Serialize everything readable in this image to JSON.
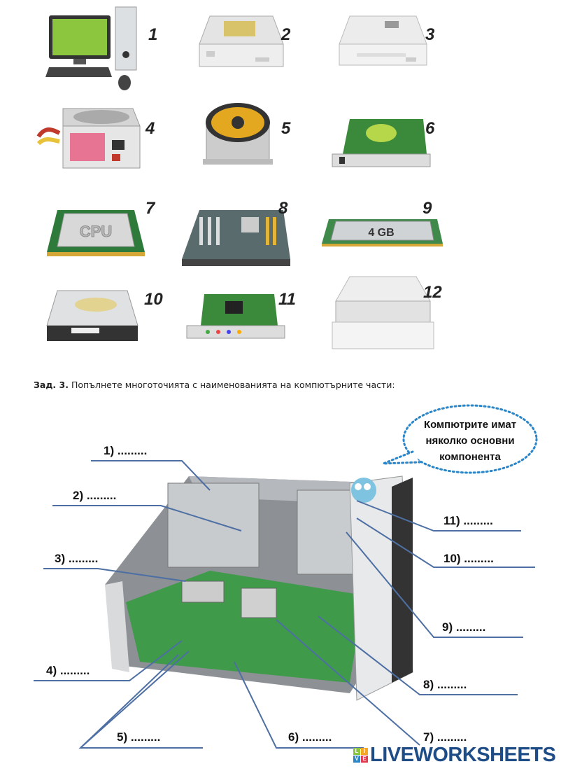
{
  "parts_grid": {
    "numbers": [
      "1",
      "2",
      "3",
      "4",
      "5",
      "6",
      "7",
      "8",
      "9",
      "10",
      "11",
      "12"
    ],
    "items": [
      {
        "icon": "desktop-computer-icon"
      },
      {
        "icon": "optical-drive-icon"
      },
      {
        "icon": "floppy-drive-icon"
      },
      {
        "icon": "power-supply-icon"
      },
      {
        "icon": "cpu-cooler-icon"
      },
      {
        "icon": "video-card-icon"
      },
      {
        "icon": "cpu-icon",
        "text": "CPU"
      },
      {
        "icon": "motherboard-icon"
      },
      {
        "icon": "ram-module-icon",
        "text": "4 GB"
      },
      {
        "icon": "hard-disk-icon"
      },
      {
        "icon": "sound-card-icon"
      },
      {
        "icon": "dvd-drive-icon"
      }
    ]
  },
  "task": {
    "label": "Зад. 3.",
    "text": "Попълнете многоточията с наименованията на компютърните части:"
  },
  "speech_bubble": {
    "lines": [
      "Компютрите имат",
      "няколко основни",
      "компонента"
    ]
  },
  "blanks": [
    "1) .........",
    "2) .........",
    "3) .........",
    "4) .........",
    "5) .........",
    "6) .........",
    "7) .........",
    "8) .........",
    "9) .........",
    "10) .........",
    "11) ........."
  ],
  "colors": {
    "line": "#4d6fa3",
    "logo": "#1d4c86",
    "bubble": "#2a86c8"
  },
  "footer": {
    "logo_letters": [
      "L",
      "I",
      "V",
      "E"
    ],
    "logo_text": "LIVEWORKSHEETS"
  }
}
